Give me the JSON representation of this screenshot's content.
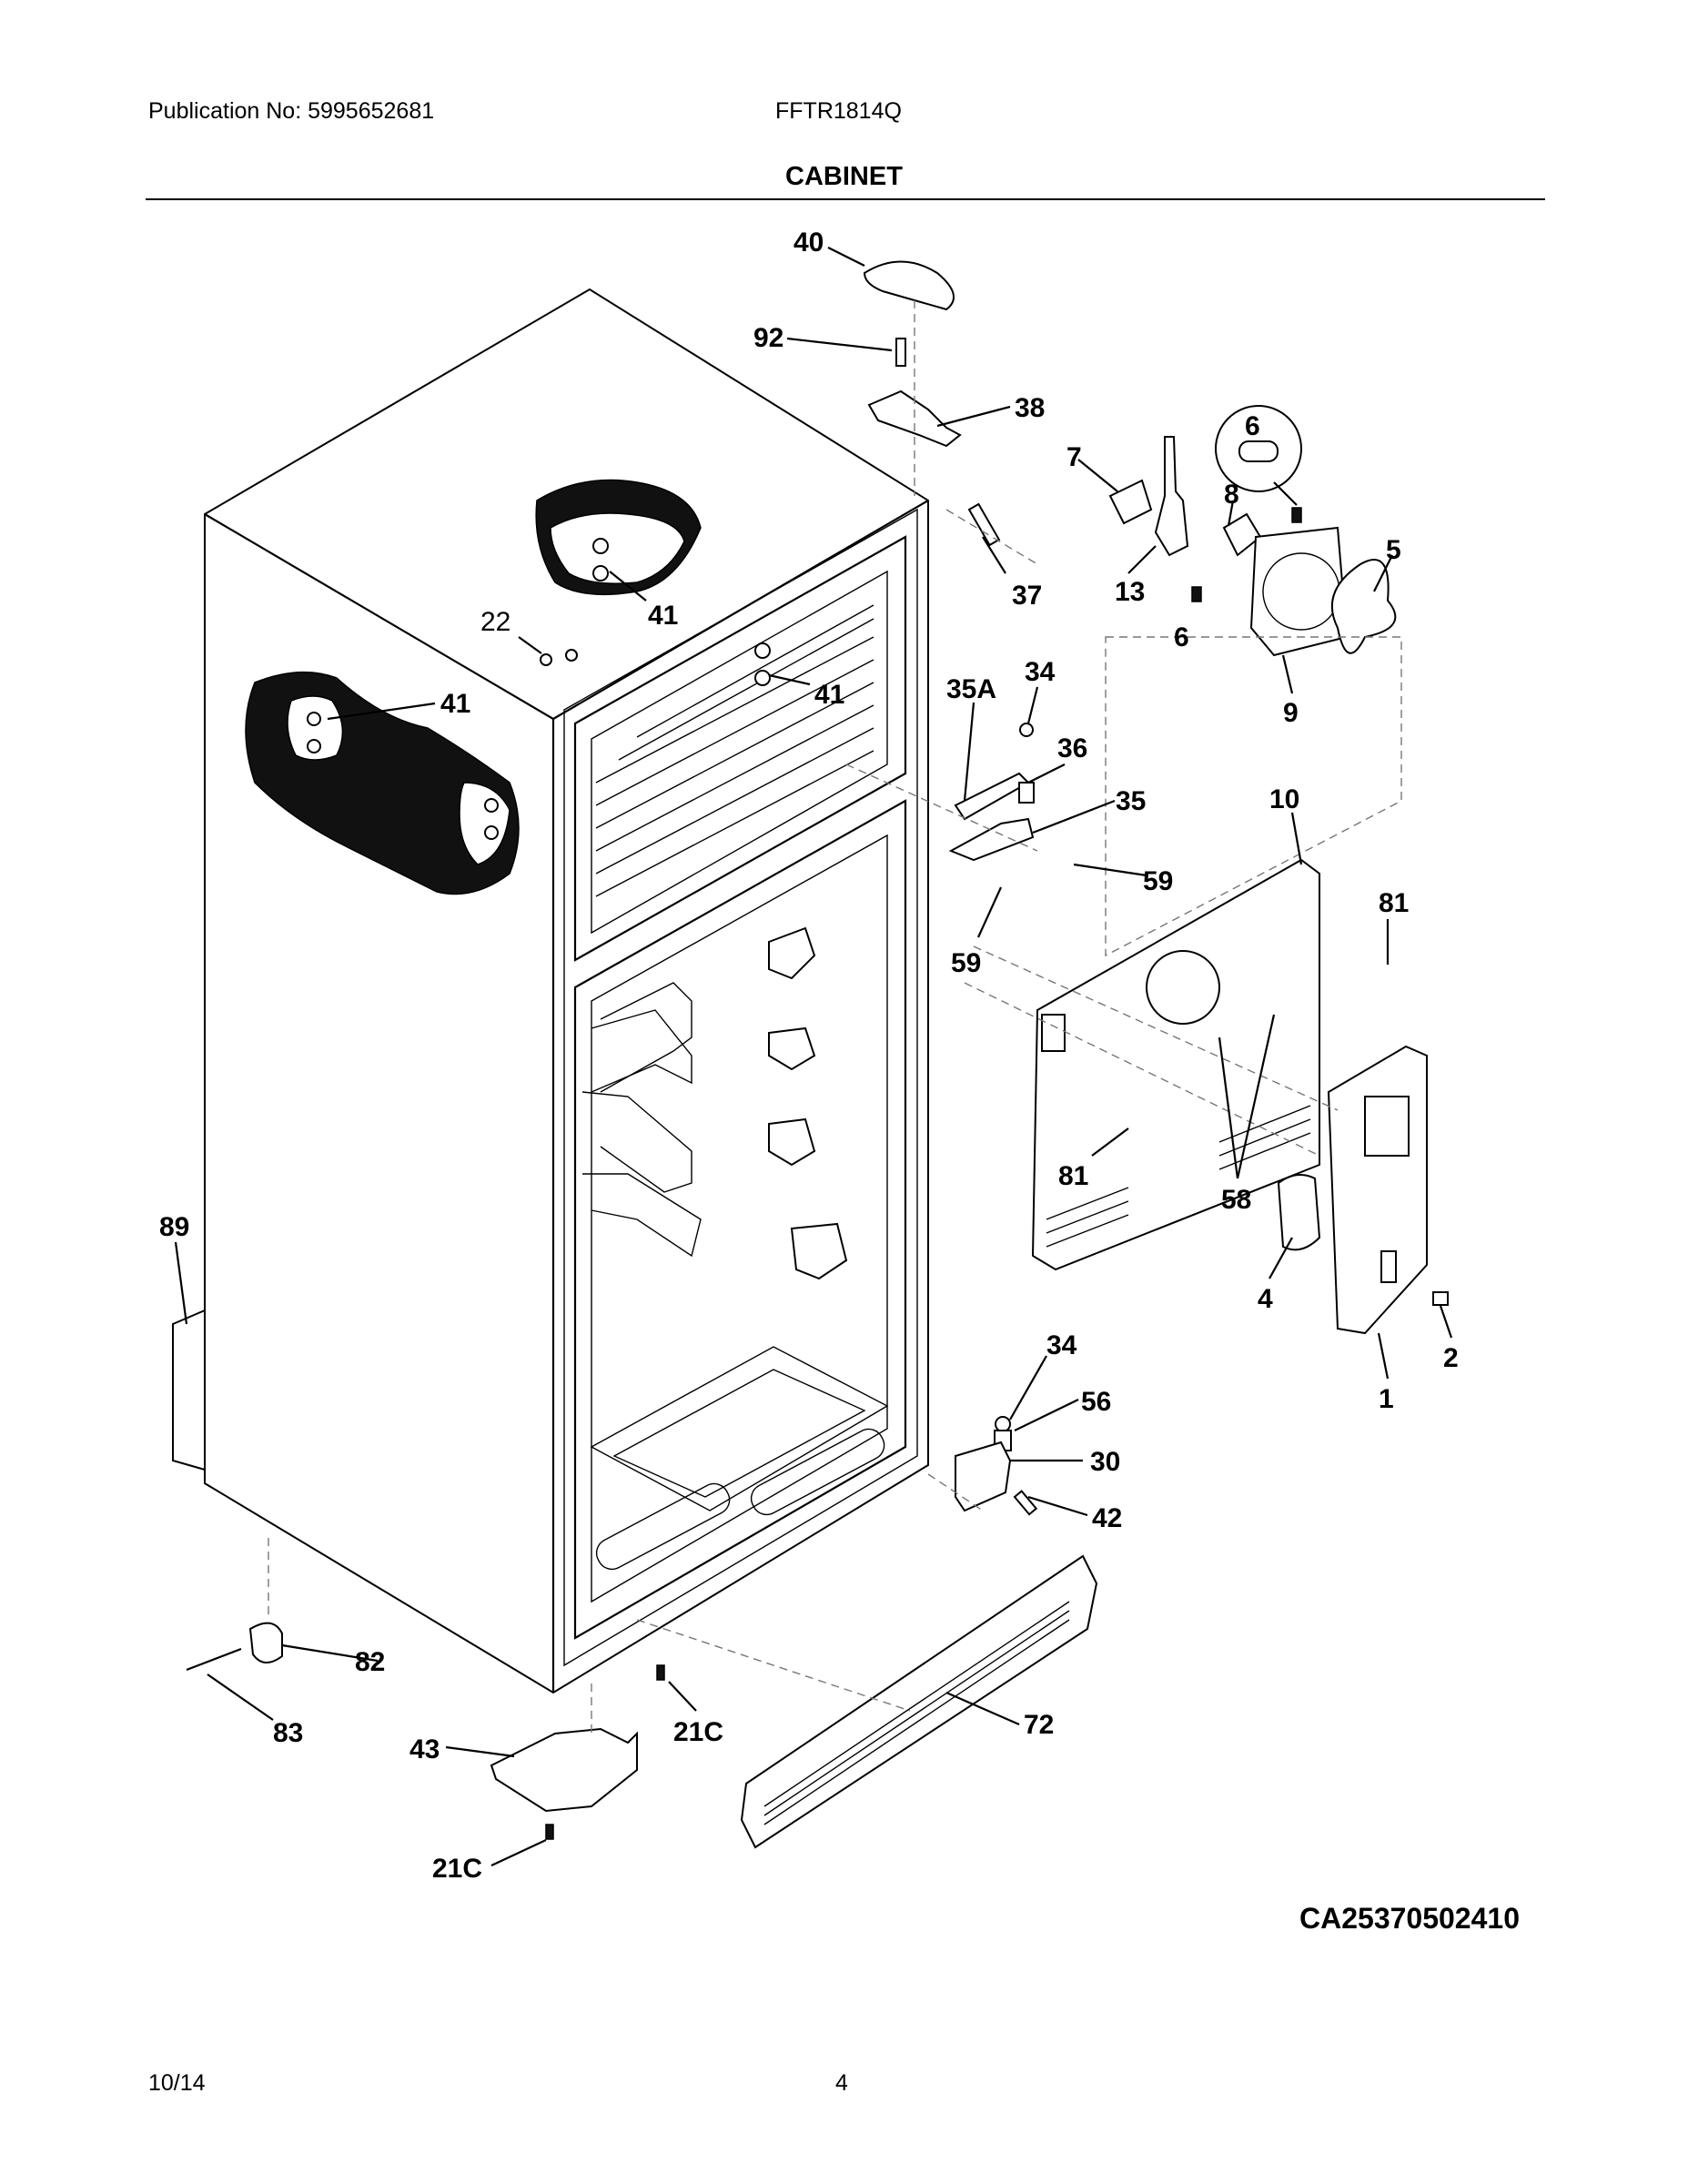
{
  "header": {
    "publication": "Publication No:  5995652681",
    "model": "FFTR1814Q",
    "title": "CABINET"
  },
  "footer": {
    "date": "10/14",
    "page": "4"
  },
  "diagram_code": "CA25370502410",
  "callouts": {
    "c40": "40",
    "c92": "92",
    "c38": "38",
    "c7": "7",
    "c6a": "6",
    "c8": "8",
    "c5": "5",
    "c13": "13",
    "c6b": "6",
    "c37": "37",
    "c9": "9",
    "c22": "22",
    "c41a": "41",
    "c41b": "41",
    "c41c": "41",
    "c35a": "35A",
    "c34a": "34",
    "c36": "36",
    "c35": "35",
    "c10": "10",
    "c59a": "59",
    "c59b": "59",
    "c81a": "81",
    "c81b": "81",
    "c58": "58",
    "c4": "4",
    "c1": "1",
    "c2": "2",
    "c89": "89",
    "c34b": "34",
    "c56": "56",
    "c30": "30",
    "c42": "42",
    "c82": "82",
    "c83": "83",
    "c21ca": "21C",
    "c72": "72",
    "c43": "43",
    "c21cb": "21C"
  }
}
